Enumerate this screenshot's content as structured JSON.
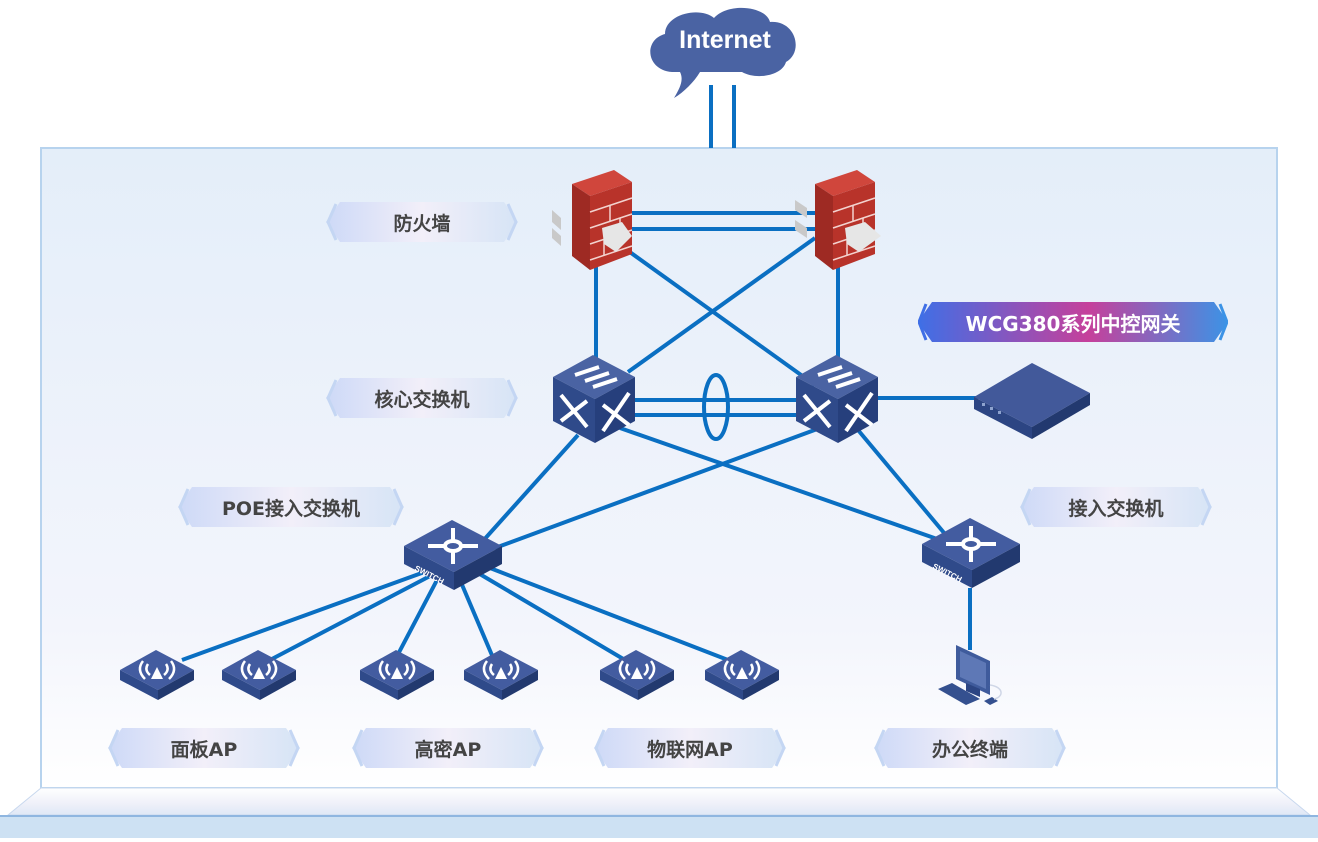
{
  "diagram": {
    "title": "Network topology with WCG380 central gateway",
    "colors": {
      "link": "#0a6fc2",
      "device": "#3f5b9c",
      "device_dark": "#263f7c",
      "firewall": "#b8332a",
      "cloud": "#4a63a3",
      "panel": "#e7eff9",
      "panel_border": "#b7d3ee",
      "label_text": "#444444",
      "highlight_start": "#3f6fe6",
      "highlight_mid": "#c6409b",
      "highlight_end": "#3c93e6"
    },
    "internet": {
      "label": "Internet",
      "icon": "cloud-icon"
    },
    "labels": {
      "firewall": "防火墙",
      "core_switch": "核心交换机",
      "gateway": "WCG380系列中控网关",
      "poe_switch": "POE接入交换机",
      "access_switch": "接入交换机",
      "panel_ap": "面板AP",
      "high_density_ap": "高密AP",
      "iot_ap": "物联网AP",
      "office_terminal": "办公终端"
    },
    "devices": {
      "firewall_icon": "firewall-icon",
      "core_switch_icon": "core-switch-icon",
      "gateway_icon": "gateway-appliance-icon",
      "switch_icon": "switch-icon",
      "switch_text": "SWITCH",
      "ap_icon": "wireless-ap-icon",
      "pc_icon": "desktop-computer-icon"
    }
  }
}
